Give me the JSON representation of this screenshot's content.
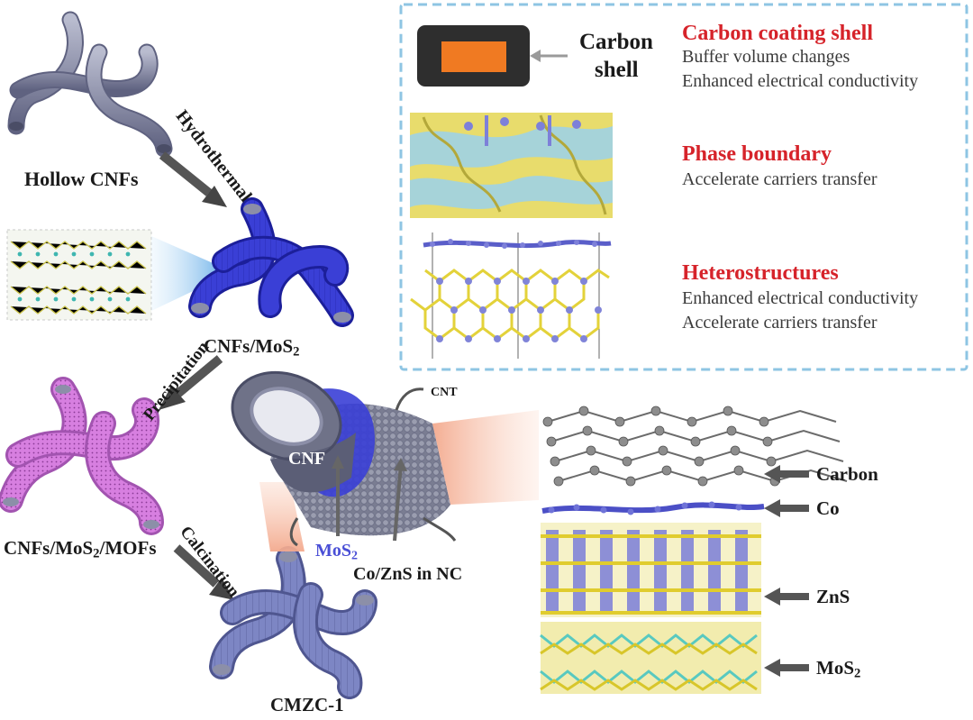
{
  "labels": {
    "hollow_cnfs": "Hollow CNFs",
    "hydrothermal": "Hydrothermal",
    "cnfs_mos2_main": "CNFs/MoS",
    "cnfs_mos2_sub": "2",
    "precipitation": "Precipitation",
    "cnfs_mos2_mofs_a": "CNFs/MoS",
    "cnfs_mos2_mofs_sub": "2",
    "cnfs_mos2_mofs_b": "/MOFs",
    "calcination": "Calcination",
    "cmzc1": "CMZC-1",
    "cnt": "CNT",
    "cnf": "CNF",
    "mos2_main": "MoS",
    "mos2_sub": "2",
    "co_zns_nc": "Co/ZnS in NC"
  },
  "layers": {
    "carbon": "Carbon",
    "co": "Co",
    "zns": "ZnS",
    "mos2_main": "MoS",
    "mos2_sub": "2"
  },
  "panel": {
    "carbon_shell_1": "Carbon",
    "carbon_shell_2": "shell",
    "sections": [
      {
        "title": "Carbon coating shell",
        "lines": [
          "Buffer volume changes",
          "Enhanced electrical conductivity"
        ]
      },
      {
        "title": "Phase boundary",
        "lines": [
          "Accelerate carriers transfer"
        ]
      },
      {
        "title": "Heterostructures",
        "lines": [
          "Enhanced electrical conductivity",
          "Accelerate carriers transfer"
        ]
      }
    ]
  },
  "colors": {
    "panel_border": "#8ec5e3",
    "title_red": "#d6232a",
    "cnf_gray": "#8c8fa8",
    "mos2_blue": "#3a3fd6",
    "mof_pink": "#d77fe0",
    "cmzc_blue": "#7d86c4",
    "carbon_atom": "#8d8d8d",
    "sulfur_yellow": "#e8d84a",
    "co_purple": "#6f73d8",
    "mo_cyan": "#6fd0c8"
  }
}
